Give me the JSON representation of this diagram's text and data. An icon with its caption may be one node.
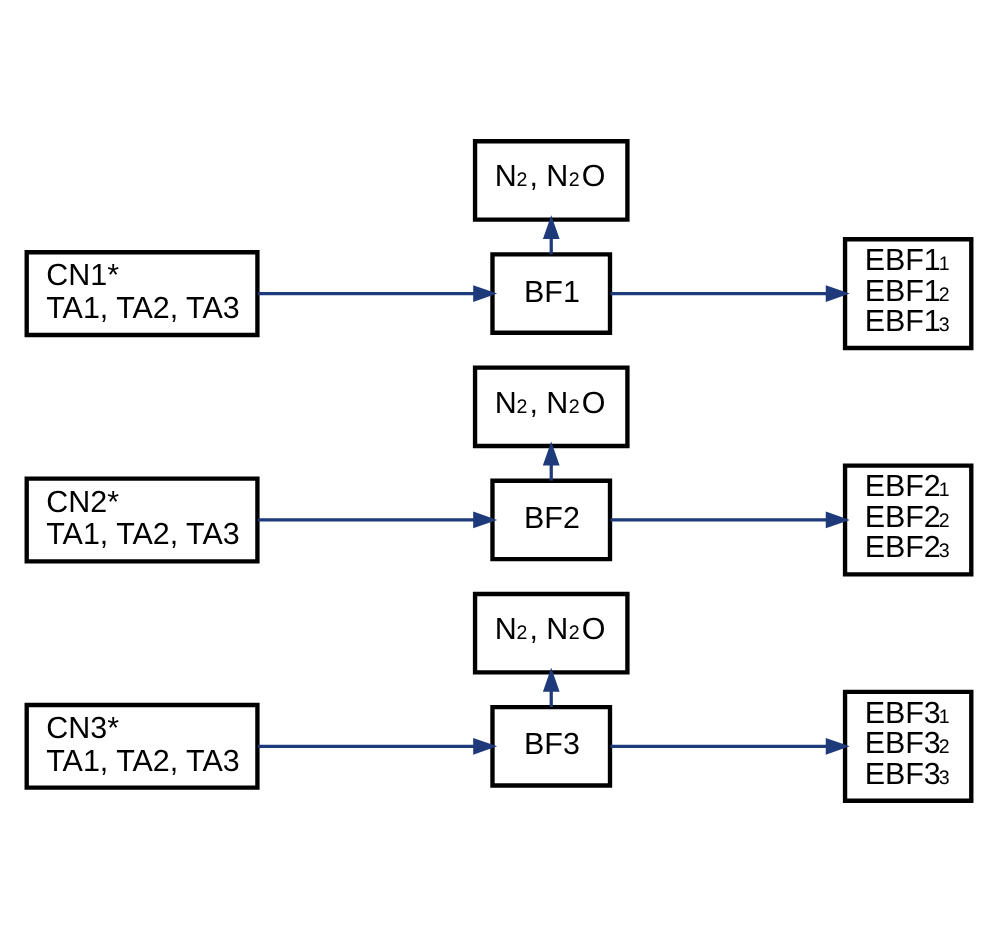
{
  "diagram": {
    "nodes": [
      {
        "text": [
          "N$_{2}$, N$_{2}$O"
        ]
      },
      {
        "text": [
          "CN1*",
          "TA1, TA2, TA3"
        ]
      },
      {
        "text": [
          "BF1"
        ]
      },
      {
        "text": [
          "EBF1$_{1}$",
          "EBF1$_{2}$",
          "EBF1$_{3}$"
        ]
      },
      {
        "text": [
          "N$_{2}$, N$_{2}$O"
        ]
      },
      {
        "text": [
          "CN2*",
          "TA1, TA2, TA3"
        ]
      },
      {
        "text": [
          "BF2"
        ]
      },
      {
        "text": [
          "EBF2$_{1}$",
          "EBF2$_{2}$",
          "EBF2$_{3}$"
        ]
      },
      {
        "text": [
          "N$_{2}$, N$_{2}$O"
        ]
      },
      {
        "text": [
          "CN3*",
          "TA1, TA2, TA3"
        ]
      },
      {
        "text": [
          "BF3"
        ]
      },
      {
        "text": [
          "EBF3$_{1}$",
          "EBF3$_{2}$",
          "EBF3$_{3}$"
        ]
      }
    ],
    "edges": [
      {
        "from": 1,
        "to": 2,
        "arrow": "to"
      },
      {
        "from": 2,
        "to": 0,
        "arrow": "to"
      },
      {
        "from": 2,
        "to": 3,
        "arrow": "to"
      },
      {
        "from": 5,
        "to": 6,
        "arrow": "to"
      },
      {
        "from": 6,
        "to": 4,
        "arrow": "to"
      },
      {
        "from": 6,
        "to": 7,
        "arrow": "to"
      },
      {
        "from": 9,
        "to": 10,
        "arrow": "to"
      },
      {
        "from": 10,
        "to": 8,
        "arrow": "to"
      },
      {
        "from": 10,
        "to": 11,
        "arrow": "to"
      }
    ]
  }
}
